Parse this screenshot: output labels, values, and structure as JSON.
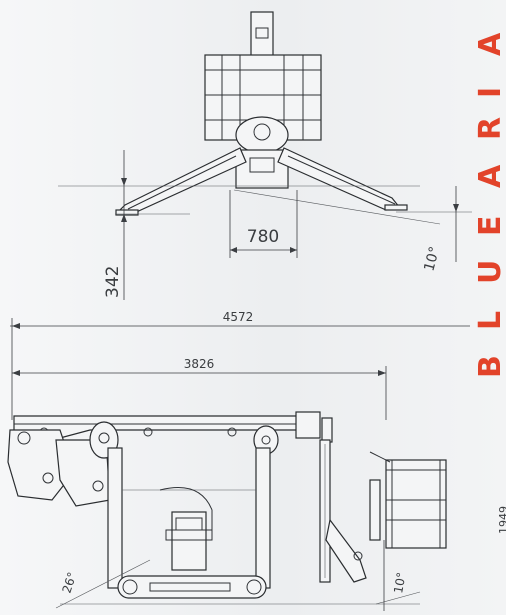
{
  "brand": {
    "letters": [
      "B",
      "L",
      "U",
      "E",
      "A",
      "R",
      "I",
      "A"
    ],
    "color": "#e2432a"
  },
  "front_view": {
    "dim_width": "780",
    "dim_height": "342",
    "dim_angle": "10°"
  },
  "side_view": {
    "dim_total_length": "4572",
    "dim_length": "3826",
    "dim_angle_left": "26°",
    "dim_angle_right": "10°",
    "dim_partial": "1949"
  },
  "colors": {
    "line": "#2f3236",
    "background": "#eceef0"
  }
}
